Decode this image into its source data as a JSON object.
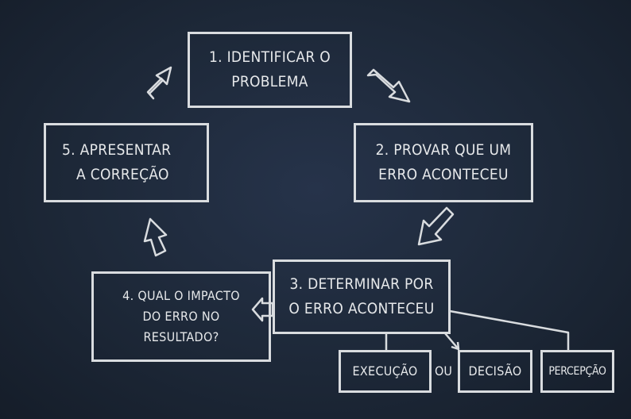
{
  "steps": {
    "step1": {
      "line1": "1. IDENTIFICAR O",
      "line2": "PROBLEMA"
    },
    "step2": {
      "line1": "2. PROVAR QUE UM",
      "line2": "ERRO ACONTECEU"
    },
    "step3": {
      "line1": "3. DETERMINAR POR",
      "line2": "O ERRO ACONTECEU"
    },
    "step4": {
      "line1": "4. QUAL O IMPACTO",
      "line2": "DO ERRO NO",
      "line3": "RESULTADO?"
    },
    "step5": {
      "line1": "5. APRESENTAR",
      "line2": "A CORREÇÃO"
    }
  },
  "causes": {
    "execucao": "EXECUÇÃO",
    "ou": "OU",
    "decisao": "DECISÃO",
    "percepcao": "PERCEPÇÃO"
  },
  "colors": {
    "background": "#1d2838",
    "chalk": "#d9dcdf"
  }
}
